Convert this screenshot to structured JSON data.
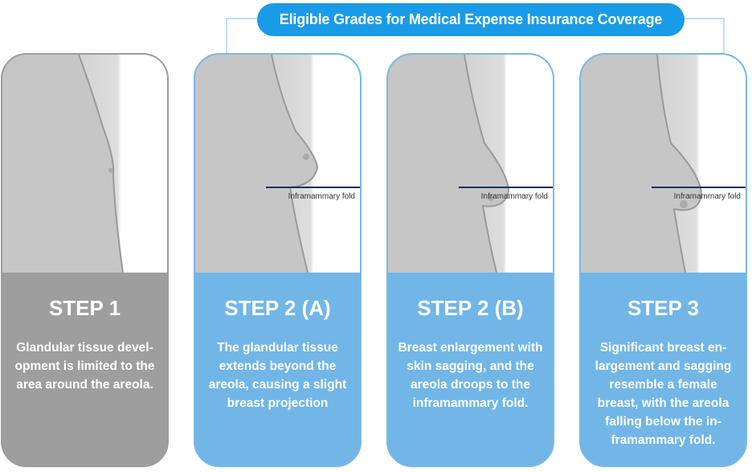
{
  "header": {
    "title": "Eligible Grades for Medical Expense Insurance Coverage"
  },
  "colors": {
    "accent": "#1a9be8",
    "card_blue": "#71b6e7",
    "card_gray": "#9e9e9e",
    "fold_line": "#1f2e5a"
  },
  "cards": [
    {
      "title": "STEP 1",
      "description": "Glandular tissue devel-opment is limited to the area around the areola."
    },
    {
      "title": "STEP 2 (A)",
      "description": "The glandular tissue extends beyond the areola, causing a slight breast projection",
      "fold_label": "Inframammary fold"
    },
    {
      "title": "STEP 2 (B)",
      "description": "Breast enlargement with skin sagging, and the areola droops to the inframammary fold.",
      "fold_label": "Inframammary fold"
    },
    {
      "title": "STEP 3",
      "description": "Significant breast en-largement and sagging resemble a female breast, with the areola falling below the in-framammary fold.",
      "fold_label": "Inframammary fold"
    }
  ]
}
